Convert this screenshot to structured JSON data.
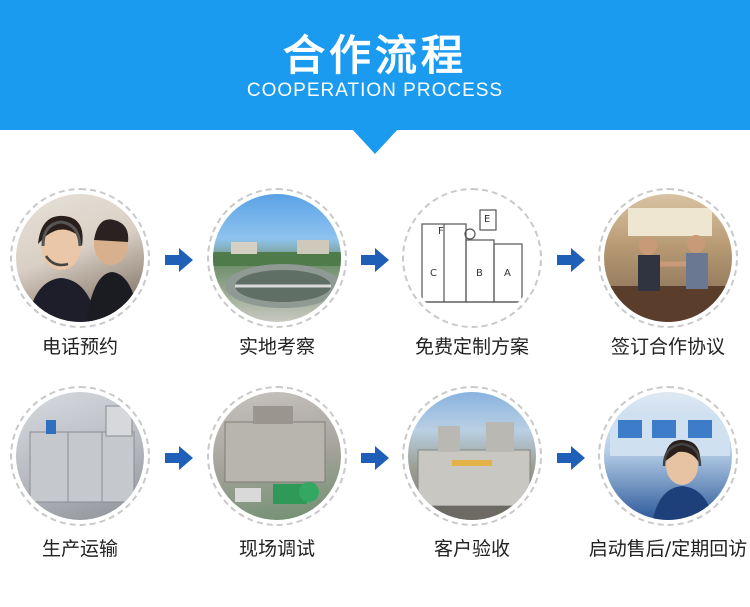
{
  "header": {
    "title": "合作流程",
    "subtitle": "COOPERATION PROCESS",
    "bg_color": "#1a9bf0"
  },
  "arrow_color": "#1f5fb8",
  "steps": [
    {
      "label": "电话预约",
      "icon": "phone-operator-photo"
    },
    {
      "label": "实地考察",
      "icon": "treatment-plant-photo"
    },
    {
      "label": "免费定制方案",
      "icon": "schematic-drawing"
    },
    {
      "label": "签订合作协议",
      "icon": "handshake-photo"
    },
    {
      "label": "生产运输",
      "icon": "steel-tank-photo"
    },
    {
      "label": "现场调试",
      "icon": "pump-unit-photo"
    },
    {
      "label": "客户验收",
      "icon": "dosing-machine-photo"
    },
    {
      "label": "启动售后/定期回访",
      "icon": "service-center-photo"
    }
  ],
  "diagram_letters": [
    "F",
    "E",
    "C",
    "B",
    "A"
  ]
}
